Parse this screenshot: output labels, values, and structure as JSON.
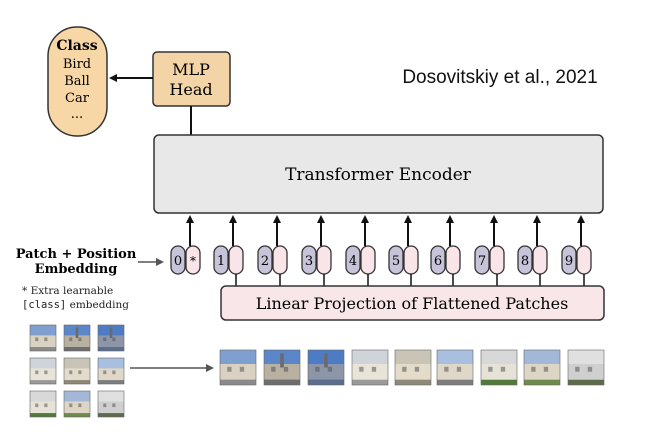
{
  "citation": "Dosovitskiy et al., 2021",
  "class_box": {
    "title": "Class",
    "items": [
      "Bird",
      "Ball",
      "Car",
      "..."
    ]
  },
  "mlp_head": {
    "line1": "MLP",
    "line2": "Head"
  },
  "encoder": {
    "label": "Transformer Encoder"
  },
  "linear_projection": {
    "label": "Linear Projection of Flattened Patches"
  },
  "patch_position": {
    "line1": "Patch + Position",
    "line2": "Embedding"
  },
  "extra_note": {
    "line1": "* Extra learnable",
    "line2_code": "[class]",
    "line2_text": " embedding"
  },
  "tokens": [
    {
      "position": "0",
      "patch": "*"
    },
    {
      "position": "1",
      "patch": ""
    },
    {
      "position": "2",
      "patch": ""
    },
    {
      "position": "3",
      "patch": ""
    },
    {
      "position": "4",
      "patch": ""
    },
    {
      "position": "5",
      "patch": ""
    },
    {
      "position": "6",
      "patch": ""
    },
    {
      "position": "7",
      "patch": ""
    },
    {
      "position": "8",
      "patch": ""
    },
    {
      "position": "9",
      "patch": ""
    }
  ],
  "colors": {
    "class_fill": "#f7d7a6",
    "mlp_fill": "#f3d4a6",
    "encoder_fill": "#e8e8e8",
    "projection_fill": "#f8e6e8",
    "position_fill": "#c7c3d9",
    "patch_fill": "#f9e5e7",
    "stroke": "#333333"
  }
}
